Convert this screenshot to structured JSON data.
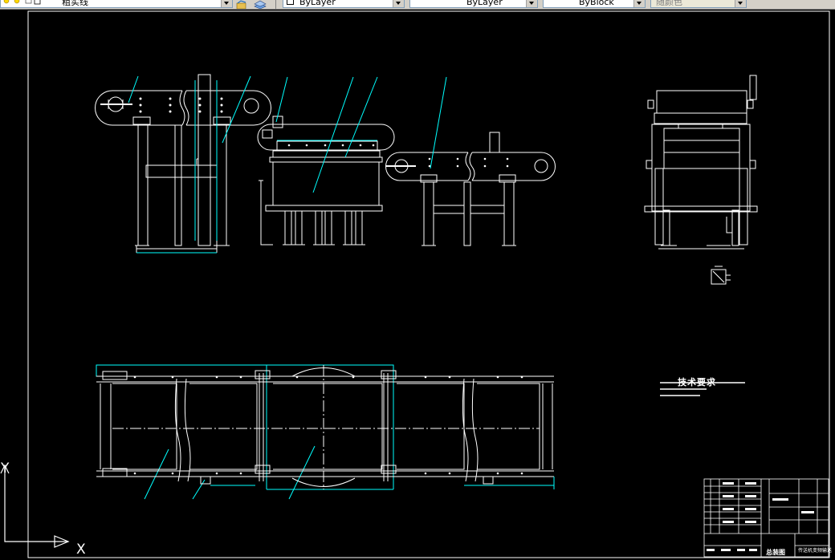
{
  "toolbar": {
    "layer_name": "粗实线",
    "color_control": "ByLayer",
    "linetype_control": "ByLayer",
    "lineweight_control": "ByBlock",
    "plotstyle_control": "随颜色",
    "icons": [
      "lock-open-icon",
      "layer-manager-icon",
      "layer-previous-icon",
      "layer-states-icon"
    ]
  },
  "drawing": {
    "background_color": "#000000",
    "frame_color": "#ffffff",
    "leader_color": "#00ffff",
    "tech_requirements_title": "技术要求",
    "title_block_main": "总装图",
    "title_block_sub": "传送机变频输送",
    "ucs": {
      "x_label": "X",
      "y_label": "Y"
    }
  }
}
